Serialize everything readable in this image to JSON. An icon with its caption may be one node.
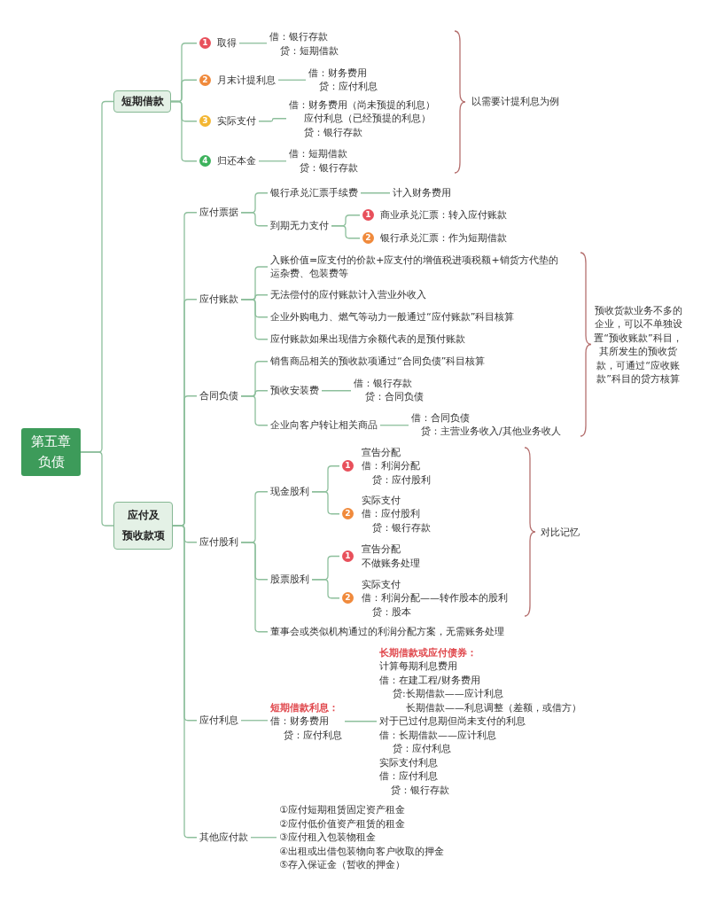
{
  "diagram": {
    "nodes": [
      {
        "text": [
          "第五章负债"
        ]
      },
      {
        "text": [
          "短期借款"
        ]
      },
      {
        "text": [
          "1",
          "取得"
        ]
      },
      {
        "text": [
          "借：银行存款",
          "贷：短期借款"
        ]
      },
      {
        "text": [
          "2",
          "月末计提利息"
        ]
      },
      {
        "text": [
          "借：财务费用",
          "贷：应付利息"
        ]
      },
      {
        "text": [
          "3",
          "实际支付"
        ]
      },
      {
        "text": [
          "借：财务费用（尚未预提的利息）",
          "应付利息（已经预提的利息）",
          "贷：银行存款"
        ]
      },
      {
        "text": [
          "4",
          "归还本金"
        ]
      },
      {
        "text": [
          "借：短期借款",
          "贷：银行存款"
        ]
      },
      {
        "text": [
          "应付及预收款项"
        ]
      },
      {
        "text": [
          "应付票据"
        ]
      },
      {
        "text": [
          "银行承兑汇票手续费"
        ]
      },
      {
        "text": [
          "计入财务费用"
        ]
      },
      {
        "text": [
          "到期无力支付"
        ]
      },
      {
        "text": [
          "1",
          "商业承兑汇票：转入应付账款"
        ]
      },
      {
        "text": [
          "2",
          "银行承兑汇票：作为短期借款"
        ]
      },
      {
        "text": [
          "应付账款"
        ]
      },
      {
        "text": [
          "入账价值=应支付的价款+应支付的增值税进项税额+销货方代垫的运杂费、包装费等"
        ]
      },
      {
        "text": [
          "无法偿付的应付账款计入营业外收入"
        ]
      },
      {
        "text": [
          "企业外购电力、燃气等动力一般通过“应付账款”科目核算"
        ]
      },
      {
        "text": [
          "应付账款如果出现借方余额代表的是预付账款"
        ]
      },
      {
        "text": [
          "合同负债"
        ]
      },
      {
        "text": [
          "销售商品相关的预收款项通过“合同负债”科目核算"
        ]
      },
      {
        "text": [
          "预收安装费"
        ]
      },
      {
        "text": [
          "借：银行存款",
          "贷：合同负债"
        ]
      },
      {
        "text": [
          "企业向客户转让相关商品"
        ]
      },
      {
        "text": [
          "借：合同负债",
          "贷：主营业务收入/其他业务收人"
        ]
      },
      {
        "text": [
          "应付股利"
        ]
      },
      {
        "text": [
          "现金股利"
        ]
      },
      {
        "text": [
          "1",
          "宣告分配",
          "借：利润分配",
          "贷：应付股利"
        ]
      },
      {
        "text": [
          "2",
          "实际支付",
          "借：应付股利",
          "贷：银行存款"
        ]
      },
      {
        "text": [
          "股票股利"
        ]
      },
      {
        "text": [
          "1",
          "宣告分配",
          "不做账务处理"
        ]
      },
      {
        "text": [
          "2",
          "实际支付",
          "借：利润分配——转作股本的股利",
          "贷：股本"
        ]
      },
      {
        "text": [
          "董事会或类似机构通过的利润分配方案，无需账务处理"
        ]
      },
      {
        "text": [
          "应付利息"
        ]
      },
      {
        "text": [
          "短期借款利息：",
          "借：财务费用",
          "贷：应付利息"
        ]
      },
      {
        "text": [
          "长期借款或应付债券：",
          "计算每期利息费用",
          "借：在建工程/财务费用",
          "贷:长期借款——应计利息",
          "长期借款——利息调整（差额，或借方）",
          "对于已过付息期但尚未支付的利息",
          "借：长期借款——应计利息",
          "贷：应付利息",
          "实际支付利息",
          "借：应付利息",
          "贷：银行存款"
        ]
      },
      {
        "text": [
          "其他应付款"
        ]
      },
      {
        "text": [
          "①应付短期租赁固定资产租金",
          "②应付低价值资产租赁的租金",
          "③应付租入包装物租金",
          "④出租或出借包装物向客户收取的押金",
          "⑤存入保证金（暂收的押金）"
        ]
      }
    ],
    "edges": [
      {
        "from": 0,
        "to": 1,
        "arrow": "none"
      },
      {
        "from": 1,
        "to": 2,
        "arrow": "none"
      },
      {
        "from": 2,
        "to": 3,
        "arrow": "none"
      },
      {
        "from": 1,
        "to": 4,
        "arrow": "none"
      },
      {
        "from": 4,
        "to": 5,
        "arrow": "none"
      },
      {
        "from": 1,
        "to": 6,
        "arrow": "none"
      },
      {
        "from": 6,
        "to": 7,
        "arrow": "none"
      },
      {
        "from": 1,
        "to": 8,
        "arrow": "none"
      },
      {
        "from": 8,
        "to": 9,
        "arrow": "none"
      },
      {
        "from": 0,
        "to": 10,
        "arrow": "none"
      },
      {
        "from": 10,
        "to": 11,
        "arrow": "none"
      },
      {
        "from": 11,
        "to": 12,
        "arrow": "none"
      },
      {
        "from": 12,
        "to": 13,
        "arrow": "none"
      },
      {
        "from": 11,
        "to": 14,
        "arrow": "none"
      },
      {
        "from": 14,
        "to": 15,
        "arrow": "none"
      },
      {
        "from": 14,
        "to": 16,
        "arrow": "none"
      },
      {
        "from": 10,
        "to": 17,
        "arrow": "none"
      },
      {
        "from": 17,
        "to": 18,
        "arrow": "none"
      },
      {
        "from": 17,
        "to": 19,
        "arrow": "none"
      },
      {
        "from": 17,
        "to": 20,
        "arrow": "none"
      },
      {
        "from": 17,
        "to": 21,
        "arrow": "none"
      },
      {
        "from": 10,
        "to": 22,
        "arrow": "none"
      },
      {
        "from": 22,
        "to": 23,
        "arrow": "none"
      },
      {
        "from": 22,
        "to": 24,
        "arrow": "none"
      },
      {
        "from": 24,
        "to": 25,
        "arrow": "none"
      },
      {
        "from": 22,
        "to": 26,
        "arrow": "none"
      },
      {
        "from": 26,
        "to": 27,
        "arrow": "none"
      },
      {
        "from": 10,
        "to": 28,
        "arrow": "none"
      },
      {
        "from": 28,
        "to": 29,
        "arrow": "none"
      },
      {
        "from": 29,
        "to": 30,
        "arrow": "none"
      },
      {
        "from": 29,
        "to": 31,
        "arrow": "none"
      },
      {
        "from": 28,
        "to": 32,
        "arrow": "none"
      },
      {
        "from": 32,
        "to": 33,
        "arrow": "none"
      },
      {
        "from": 32,
        "to": 34,
        "arrow": "none"
      },
      {
        "from": 28,
        "to": 35,
        "arrow": "none"
      },
      {
        "from": 10,
        "to": 36,
        "arrow": "none"
      },
      {
        "from": 36,
        "to": 37,
        "arrow": "none"
      },
      {
        "from": 37,
        "to": 38,
        "arrow": "none"
      },
      {
        "from": 10,
        "to": 39,
        "arrow": "none"
      },
      {
        "from": 39,
        "to": 40,
        "arrow": "none"
      }
    ],
    "labels": [
      "以需要计提利息为例",
      "预收货款业务不多的企业，可以不单独设置“预收账款”科目，其所发生的预收货款，可通过“应收账款”科目的贷方核算",
      "对比记忆"
    ]
  }
}
